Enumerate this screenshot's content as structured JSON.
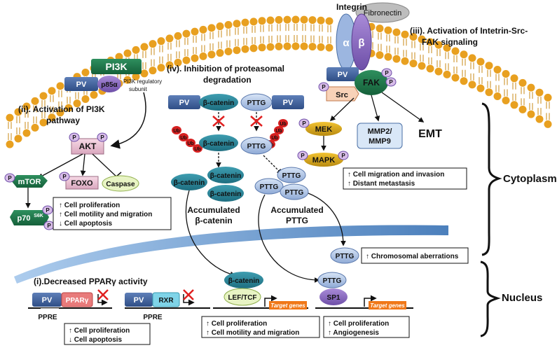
{
  "membrane": {
    "head_color": "#E8A020",
    "tail_color": "#C98A16"
  },
  "labels": {
    "integrin": "Integrin",
    "fibronectin": "Fibronectin",
    "alpha": "α",
    "beta": "β",
    "section_iii_line1": "(iii). Activation of Intetrin-Src-",
    "section_iii_line2": "FAK signaling",
    "pi3k": "PI3K",
    "pv": "PV",
    "p85": "p85α",
    "pi3k_sub_line1": "PI3K regulatory",
    "pi3k_sub_line2": "subunit",
    "section_ii_line1": "(ii). Activation of PI3K",
    "section_ii_line2": "pathway",
    "section_iv_line1": "(iv). Inhibition of proteasomal",
    "section_iv_line2": "degradation",
    "akt": "AKT",
    "p": "P",
    "ub": "Ub",
    "mtor": "mTOR",
    "foxo": "FOXO",
    "caspase": "Caspase",
    "p70": "p70",
    "s6k": "S6K",
    "akt_effects": [
      "↑ Cell proliferation",
      "↑ Cell motility and migration",
      "↓ Cell apoptosis"
    ],
    "beta_catenin": "β-catenin",
    "pttg": "PTTG",
    "accum_bcat_line1": "Accumulated",
    "accum_bcat_line2": "β-catenin",
    "accum_pttg_line1": "Accumulated",
    "accum_pttg_line2": "PTTG",
    "src": "Src",
    "fak": "FAK",
    "mek": "MEK",
    "mapk": "MAPK",
    "mmp_line1": "MMP2/",
    "mmp_line2": "MMP9",
    "emt": "EMT",
    "migration_effects": [
      "↑ Cell migration and invasion",
      "↑ Distant metastasis"
    ],
    "cytoplasm": "Cytoplasm",
    "nucleus": "Nucleus",
    "chromosomal": "↑ Chromosomal aberrations",
    "section_i": "(i).Decreased PPARγ activity",
    "ppar": "PPARγ",
    "rxr": "RXR",
    "ppre": "PPRE",
    "ppar_effects": [
      "↑ Cell proliferation",
      "↓ Cell apoptosis"
    ],
    "lef_tcf": "LEF/TCF",
    "target_genes": "Target genes",
    "bcat_effects": [
      "↑ Cell proliferation",
      "↑ Cell motility and migration"
    ],
    "sp1": "SP1",
    "pttg_effects": [
      "↑ Cell proliferation",
      "↑ Angiogenesis"
    ]
  }
}
